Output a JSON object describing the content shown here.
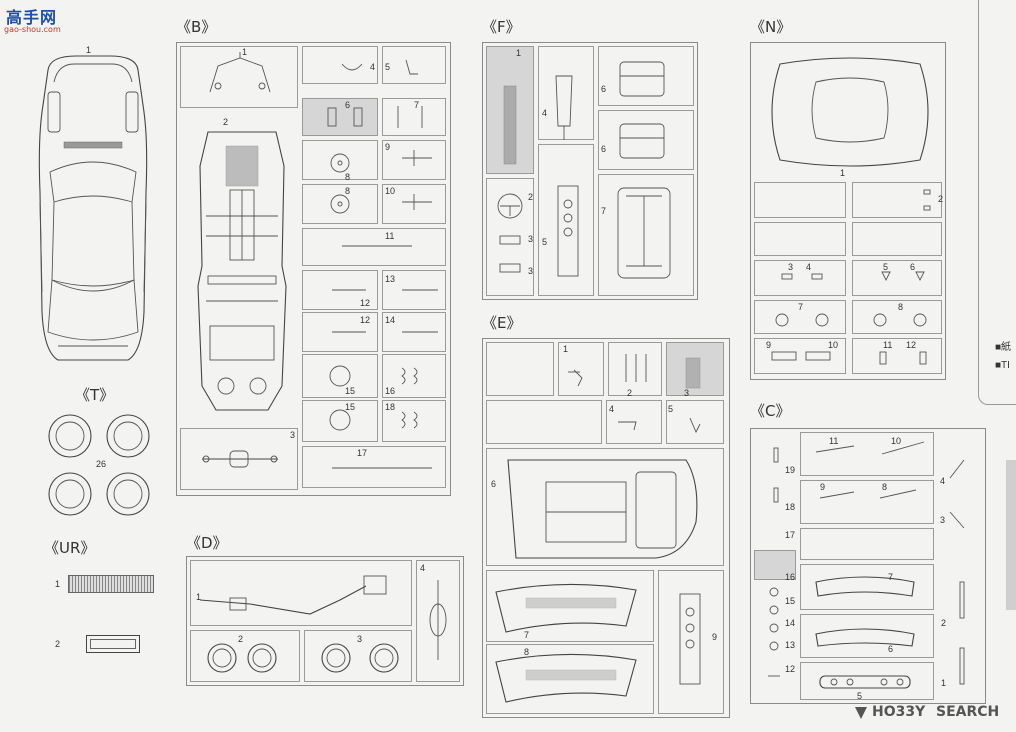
{
  "watermark": {
    "site_cn": "高手网",
    "site_url": "gao-shou.com",
    "hobby_search": {
      "brand": "HO33Y",
      "word": "SEARCH"
    }
  },
  "sections": {
    "B": "《B》",
    "F": "《F》",
    "N": "《N》",
    "T": "《T》",
    "UR": "《UR》",
    "D": "《D》",
    "E": "《E》",
    "C": "《C》"
  },
  "body_num": "1",
  "t_num": "26",
  "ur_nums": [
    "1",
    "2"
  ],
  "b_nums": [
    "1",
    "2",
    "3",
    "4",
    "5",
    "6",
    "7",
    "8",
    "8",
    "9",
    "10",
    "11",
    "13",
    "12",
    "12",
    "14",
    "15",
    "16",
    "15",
    "18",
    "17"
  ],
  "f_nums": [
    "1",
    "4",
    "6",
    "6",
    "2",
    "3",
    "5",
    "7",
    "3",
    "3"
  ],
  "n_nums": [
    "1",
    "2",
    "3",
    "4",
    "5",
    "6",
    "7",
    "8",
    "9",
    "10",
    "11",
    "12"
  ],
  "e_nums": [
    "1",
    "2",
    "3",
    "4",
    "5",
    "6",
    "7",
    "8",
    "9"
  ],
  "d_nums": [
    "1",
    "2",
    "3",
    "4"
  ],
  "c_nums": [
    "11",
    "10",
    "19",
    "9",
    "8",
    "4",
    "18",
    "3",
    "17",
    "16",
    "7",
    "15",
    "2",
    "14",
    "6",
    "13",
    "12",
    "1",
    "5"
  ],
  "side_text": [
    "■紙",
    "■TI"
  ]
}
